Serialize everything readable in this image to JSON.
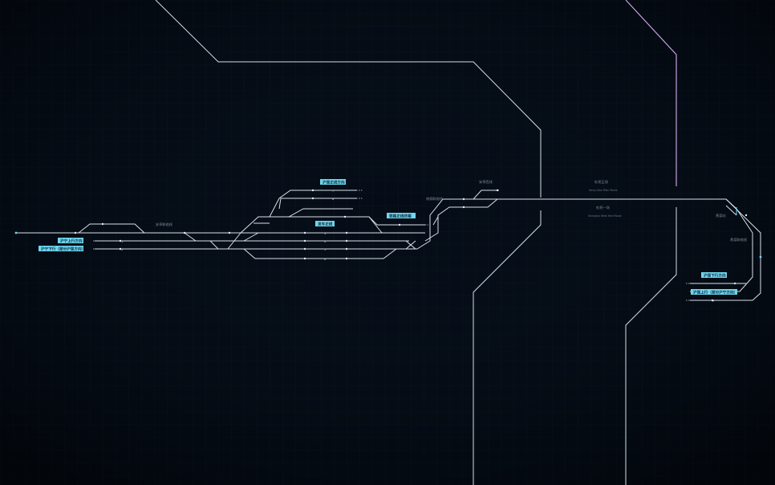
{
  "colors": {
    "background": "#050c16",
    "grid": "#0c1c2c",
    "track": "#d8e0e8",
    "boundary": "#cfe0e8",
    "tag": "#6fd6ef"
  },
  "tags": {
    "upper_west": "沪宁上行方向",
    "lower_west": "沪宁下行（部分沪昆方向）",
    "north_yard": "沪昆正线方向",
    "middle": "发车正线",
    "east_branch": "铁路正线终端",
    "east_up": "沪昆下行方向",
    "east_down": "沪昆上行（部分沪宁方向）"
  },
  "labels": {
    "west_junction": "安亭联络线",
    "center_junction": "南翔联络线",
    "mid_junction": "安亭西线",
    "east_top_cn": "虹桥正线",
    "east_top_en": "Hong Qiao Main Route",
    "east_bottom_cn": "虹桥一场",
    "east_bottom_en": "Shanghai West Yard Route",
    "right_top": "黄渡站",
    "right_mid": "黄渡联络线"
  },
  "track_numbers": [
    "1",
    "2",
    "3",
    "4",
    "5",
    "6",
    "7",
    "8",
    "9"
  ]
}
